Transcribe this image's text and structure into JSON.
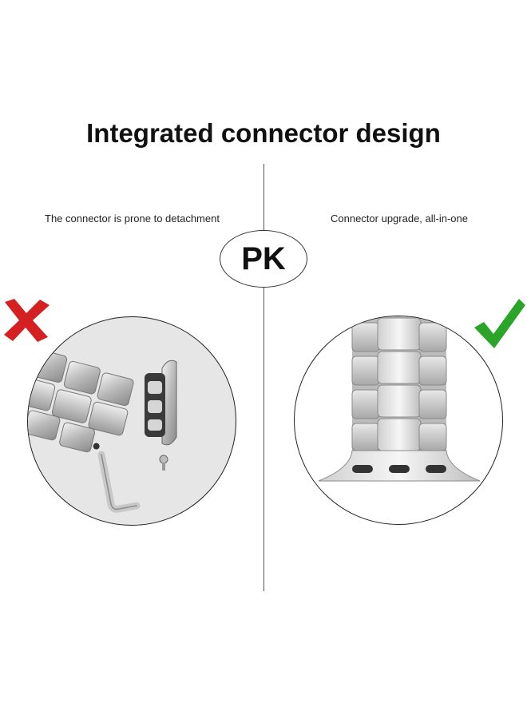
{
  "title": "Integrated connector design",
  "left": {
    "caption": "The connector is prone to detachment",
    "mark_icon": "x-mark-icon",
    "mark_color": "#d42020"
  },
  "right": {
    "caption": "Connector upgrade, all-in-one",
    "mark_icon": "check-mark-icon",
    "mark_color": "#2aa52a"
  },
  "badge": {
    "text": "PK"
  }
}
